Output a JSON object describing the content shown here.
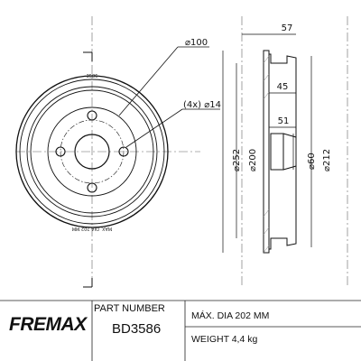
{
  "brand": {
    "logo_text": "FREMAX"
  },
  "part": {
    "label": "PART NUMBER",
    "number": "BD3586"
  },
  "specs": {
    "max_dia": "MÁX. DIA 202 MM",
    "weight": "WEIGHT 4,4 kg"
  },
  "front_view": {
    "callouts": {
      "bolt_circle": "⌀100",
      "holes": "(4x) ⌀14"
    },
    "stamps": {
      "top": "3586",
      "bottom": "MAX. DIA 202 MM"
    }
  },
  "side_view": {
    "dims": {
      "width_total": "57",
      "depth_45": "45",
      "depth_51": "51",
      "dia_252": "⌀252",
      "dia_200": "⌀200",
      "dia_60": "⌀60",
      "dia_212": "⌀212"
    }
  }
}
